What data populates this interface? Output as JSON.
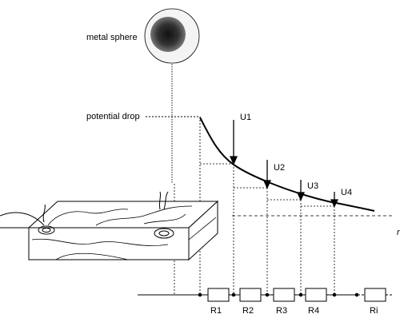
{
  "labels": {
    "sphere": "metal sphere",
    "potential": "potential drop",
    "axis_r": "r"
  },
  "voltages": [
    "U1",
    "U2",
    "U3",
    "U4"
  ],
  "resistors": [
    "R1",
    "R2",
    "R3",
    "R4",
    "Ri"
  ],
  "colors": {
    "ink": "#000000",
    "halo": "#9a9a9a",
    "sphere_core": "#2a2a2a"
  }
}
